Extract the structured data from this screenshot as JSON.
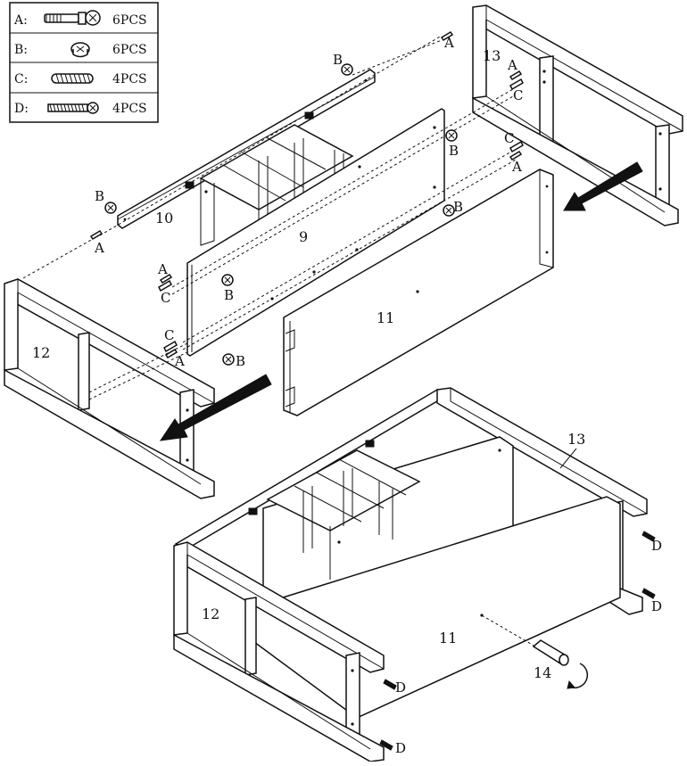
{
  "parts_legend": [
    {
      "letter": "A:",
      "qty": "6PCS",
      "icon": "cam-bolt-icon"
    },
    {
      "letter": "B:",
      "qty": "6PCS",
      "icon": "cam-lock-icon"
    },
    {
      "letter": "C:",
      "qty": "4PCS",
      "icon": "wooden-dowel-icon"
    },
    {
      "letter": "D:",
      "qty": "4PCS",
      "icon": "screw-icon"
    }
  ],
  "panels": {
    "p9": "9",
    "p10": "10",
    "p11_top": "11",
    "p11_bottom": "11",
    "p12_top": "12",
    "p12_bottom": "12",
    "p13_top": "13",
    "p13_bottom": "13",
    "p14": "14"
  },
  "hardware": {
    "A": "A",
    "B": "B",
    "C": "C",
    "D": "D"
  }
}
